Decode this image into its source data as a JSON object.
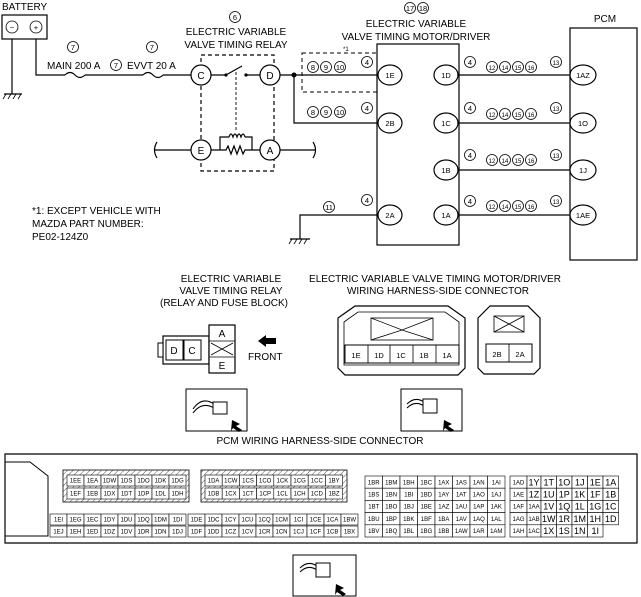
{
  "wiring_diagram": {
    "battery": "BATTERY",
    "battery_plus": "+",
    "battery_minus": "−",
    "fuse_main": "MAIN 200 A",
    "fuse_evvt": "EVVT 20 A",
    "relay_title_1": "ELECTRIC VARIABLE",
    "relay_title_2": "VALVE TIMING RELAY",
    "motor_title_1": "ELECTRIC VARIABLE",
    "motor_title_2": "VALVE TIMING MOTOR/DRIVER",
    "pcm": "PCM",
    "footnote": [
      "*1: EXCEPT VEHICLE WITH",
      "MAZDA PART NUMBER:",
      "PE02-124Z0"
    ],
    "footnote_marker": "*1",
    "callouts": {
      "relay_ref": "6",
      "main_fuse_ref": "7",
      "evvt_fuse_ref": "7",
      "between_fuses_ref": "7",
      "motor_ref_a": "17",
      "motor_ref_b": "18",
      "ground_ref": "11",
      "wire_ref": "4",
      "pcm_ref": "13",
      "excl_refs": [
        "8",
        "9",
        "10"
      ],
      "pcm_wire_refs": [
        "12",
        "14",
        "15",
        "16"
      ]
    },
    "relay_terminals": {
      "C": "C",
      "D": "D",
      "E": "E",
      "A": "A"
    },
    "motor_left_terminals": [
      "1E",
      "2B",
      "2A"
    ],
    "motor_right_terminals": [
      "1D",
      "1C",
      "1B",
      "1A"
    ],
    "pcm_terminals": [
      "1AZ",
      "1O",
      "1J",
      "1AE"
    ]
  },
  "relay_connector": {
    "title": [
      "ELECTRIC VARIABLE",
      "VALVE TIMING RELAY",
      "(RELAY AND FUSE BLOCK)"
    ],
    "pins": {
      "D": "D",
      "C": "C",
      "A": "A",
      "E": "E"
    },
    "front_label": "FRONT"
  },
  "motor_connector": {
    "title": [
      "ELECTRIC VARIABLE VALVE TIMING MOTOR/DRIVER",
      "WIRING HARNESS-SIDE CONNECTOR"
    ],
    "main_pins": [
      "1E",
      "1D",
      "1C",
      "1B",
      "1A"
    ],
    "sub_pins": [
      "2B",
      "2A"
    ]
  },
  "pcm_connector": {
    "title": "PCM WIRING HARNESS-SIDE CONNECTOR",
    "block1": {
      "hatched_row1": [
        "1EE",
        "1EA",
        "1DW",
        "1DS",
        "1DO",
        "1DK",
        "1DG"
      ],
      "hatched_row2": [
        "1EF",
        "1EB",
        "1DX",
        "1DT",
        "1DP",
        "1DL",
        "1DH"
      ],
      "row3": [
        "1EI",
        "1EG",
        "1EC",
        "1DY",
        "1DU",
        "1DQ",
        "1DM",
        "1DI"
      ],
      "row4": [
        "1EJ",
        "1EH",
        "1ED",
        "1DZ",
        "1DV",
        "1DR",
        "1DN",
        "1DJ"
      ]
    },
    "block2": {
      "hatched_row1": [
        "1DA",
        "1CW",
        "1CS",
        "1CO",
        "1CK",
        "1CG",
        "1CC",
        "1BY"
      ],
      "hatched_row2": [
        "1DB",
        "1CX",
        "1CT",
        "1CP",
        "1CL",
        "1CH",
        "1CD",
        "1BZ"
      ],
      "row3": [
        "1DE",
        "1DC",
        "1CY",
        "1CU",
        "1CQ",
        "1CM",
        "1CI",
        "1CE",
        "1CA",
        "1BW"
      ],
      "row4": [
        "1DF",
        "1DD",
        "1CZ",
        "1CV",
        "1CR",
        "1CN",
        "1CJ",
        "1CF",
        "1CB",
        "1BX"
      ]
    },
    "block3": [
      [
        "1BR",
        "1BM",
        "1BH",
        "1BC",
        "1AX",
        "1AS",
        "1AN",
        "1AI"
      ],
      [
        "1BS",
        "1BN",
        "1BI",
        "1BD",
        "1AY",
        "1AT",
        "1AO",
        "1AJ"
      ],
      [
        "1BT",
        "1BO",
        "1BJ",
        "1BE",
        "1AZ",
        "1AU",
        "1AP",
        "1AK"
      ],
      [
        "1BU",
        "1BP",
        "1BK",
        "1BF",
        "1BA",
        "1AV",
        "1AQ",
        "1AL"
      ],
      [
        "1BV",
        "1BQ",
        "1BL",
        "1BG",
        "1BB",
        "1AW",
        "1AR",
        "1AM"
      ]
    ],
    "block4": [
      [
        "1AD",
        "1Y",
        "1T",
        "1O",
        "1J",
        "1E",
        "1A"
      ],
      [
        "1AE",
        "1Z",
        "1U",
        "1P",
        "1K",
        "1F",
        "1B"
      ],
      [
        "1AF",
        "1AA",
        "1V",
        "1Q",
        "1L",
        "1G",
        "1C"
      ],
      [
        "1AG",
        "1AB",
        "1W",
        "1R",
        "1M",
        "1H",
        "1D"
      ],
      [
        "1AH",
        "1AC",
        "1X",
        "1S",
        "1N",
        "1I",
        ""
      ]
    ]
  }
}
